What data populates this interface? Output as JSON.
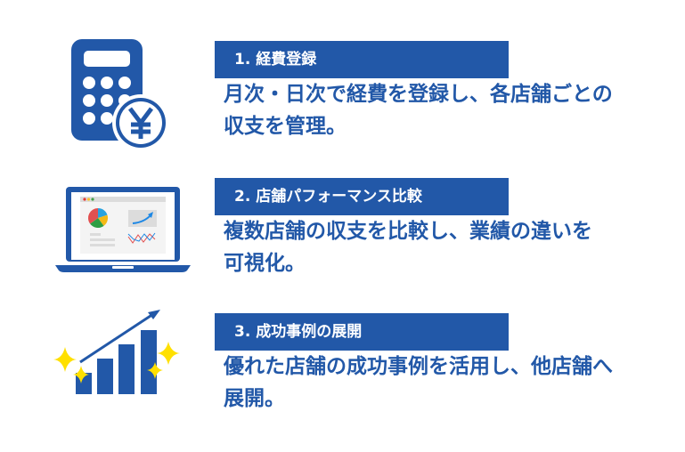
{
  "colors": {
    "brand_blue": "#2258a8",
    "sparkle_yellow": "#ffe000",
    "white": "#ffffff"
  },
  "sections": [
    {
      "number": "1.",
      "title": "1. 経費登録",
      "icon": "calculator-yen-icon",
      "description_lines": [
        "月次・日次で経費を登録し、各店舗ごとの",
        "収支を管理。"
      ]
    },
    {
      "number": "2.",
      "title": "2. 店舗パフォーマンス比較",
      "icon": "laptop-dashboard-icon",
      "description_lines": [
        "複数店舗の収支を比較し、業績の違いを",
        "可視化。"
      ]
    },
    {
      "number": "3.",
      "title": "3. 成功事例の展開",
      "icon": "growth-chart-sparkle-icon",
      "description_lines": [
        "優れた店舗の成功事例を活用し、他店舗へ",
        "展開。"
      ]
    }
  ]
}
